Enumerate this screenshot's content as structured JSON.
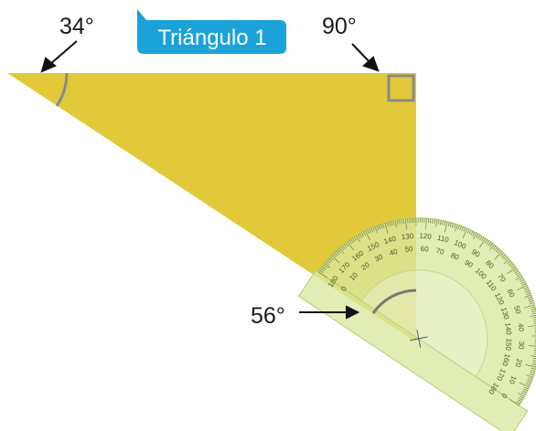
{
  "triangle": {
    "title": "Triángulo 1",
    "fill_color": "#e2c93a",
    "tag_color": "#1aa3d8",
    "angles": [
      {
        "id": "left",
        "label": "34°"
      },
      {
        "id": "right",
        "label": "90°"
      },
      {
        "id": "bottom",
        "label": "56°"
      }
    ]
  },
  "protractor": {
    "color": "#d8e8a0",
    "outer_scale": [
      "180",
      "170",
      "160",
      "150",
      "140",
      "130",
      "120",
      "110",
      "100",
      "90",
      "80",
      "70",
      "60",
      "50",
      "40",
      "30",
      "20",
      "10",
      "0"
    ],
    "inner_scale": [
      "0",
      "10",
      "20",
      "30",
      "40",
      "50",
      "60",
      "70",
      "80",
      "90",
      "100",
      "110",
      "120",
      "130",
      "140",
      "150",
      "160",
      "170",
      "180"
    ]
  }
}
